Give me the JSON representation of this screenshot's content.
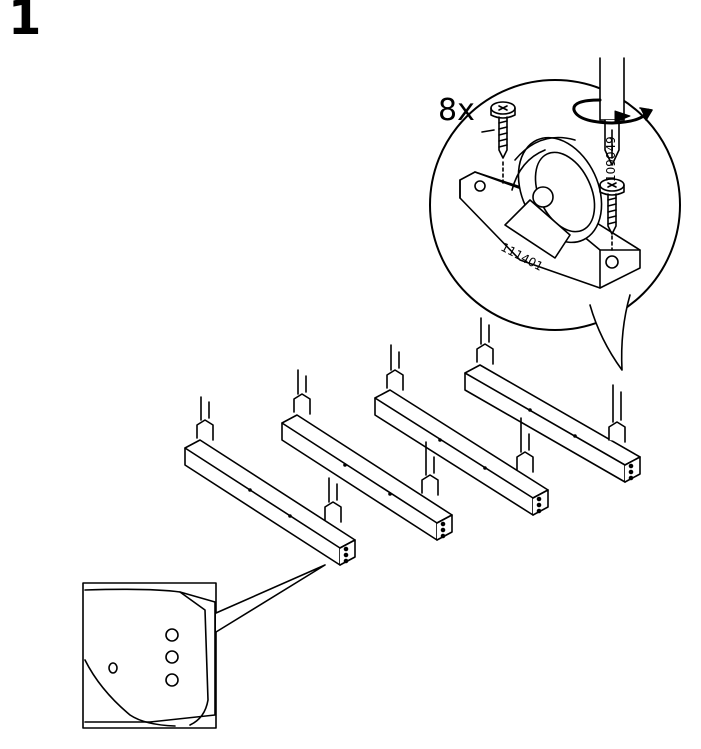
{
  "instruction": {
    "step_number": "1",
    "quantity_label": "8x",
    "part_codes": {
      "screw": "109049",
      "caster_plate": "111401"
    }
  },
  "colors": {
    "line": "#000000",
    "background": "#ffffff"
  },
  "icons": [
    "screwdriver-icon",
    "rotation-arrow-icon",
    "screw-icon",
    "caster-wheel-icon",
    "leg-beam-icon"
  ]
}
